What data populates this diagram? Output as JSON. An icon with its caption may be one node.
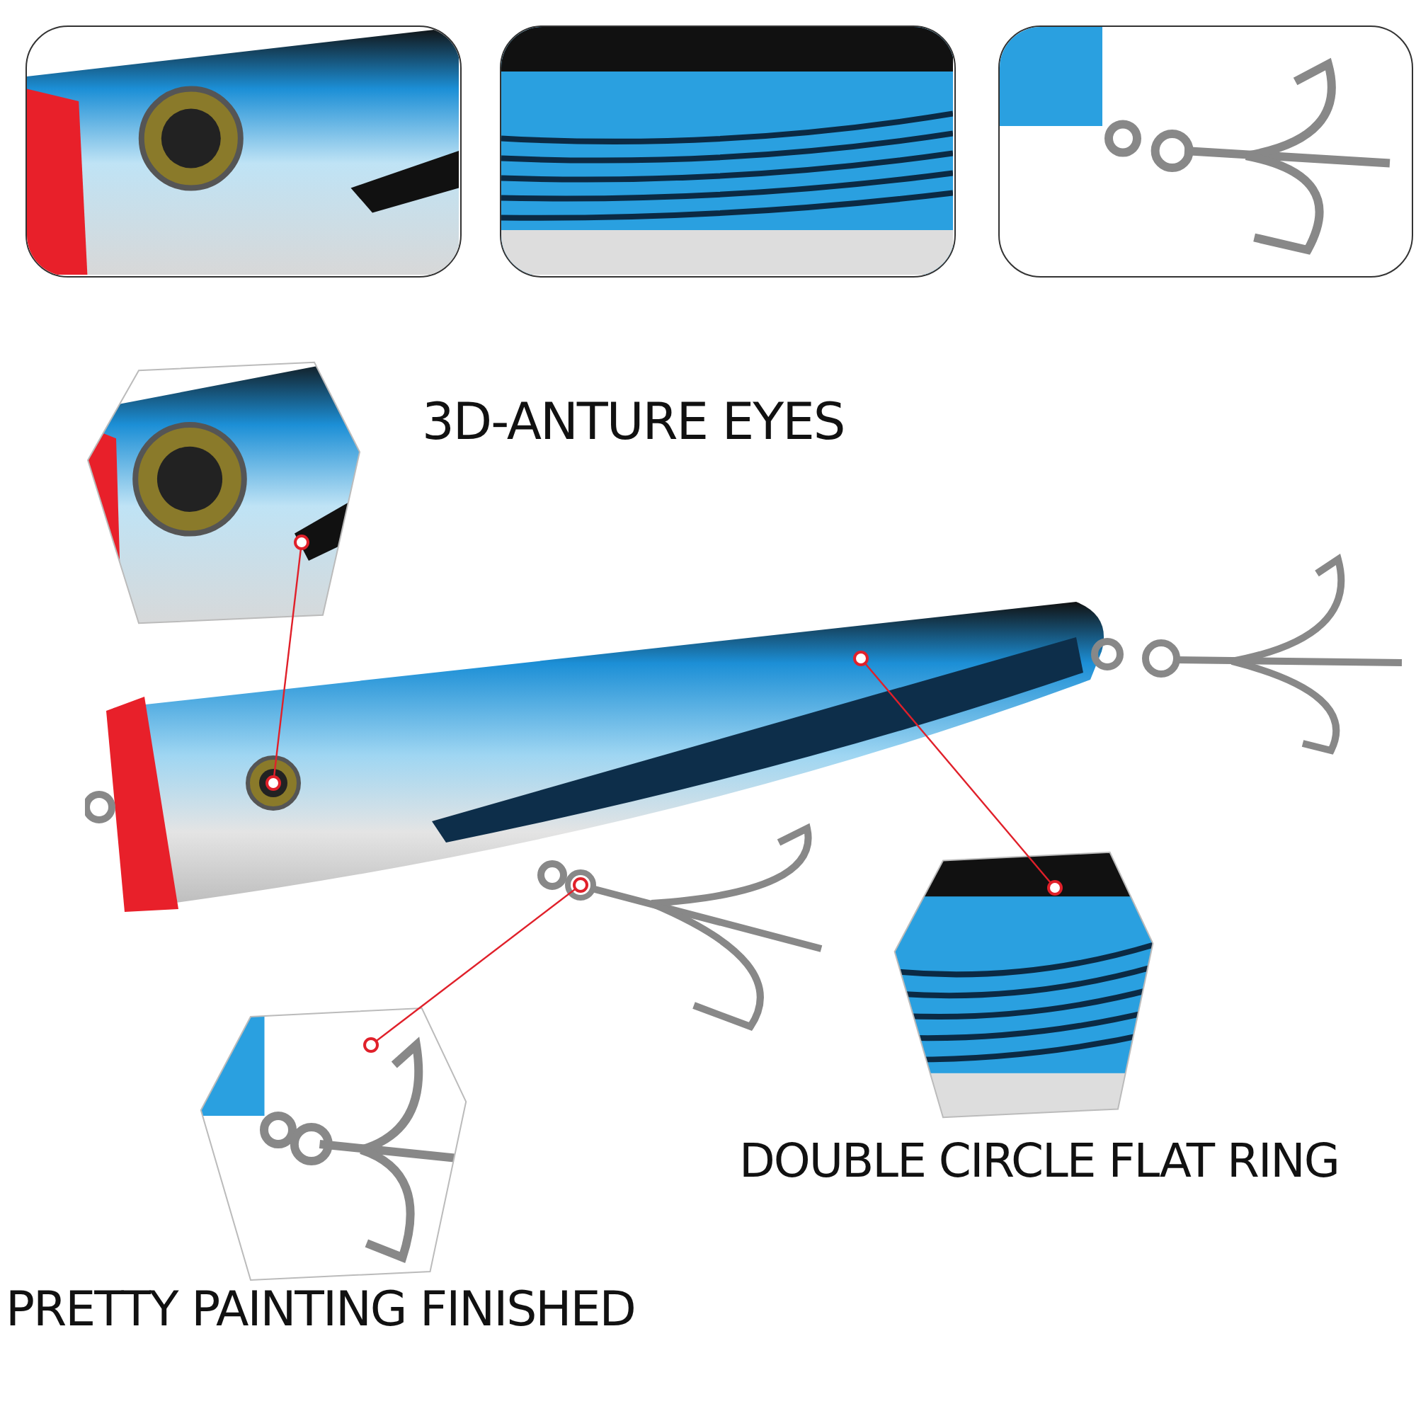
{
  "diagram": {
    "nodes": [
      {
        "text": [],
        "shape": "picture"
      },
      {
        "text": [],
        "shape": "picture"
      },
      {
        "text": [],
        "shape": "picture"
      },
      {
        "text": [],
        "shape": "picture",
        "beside": [
          "3D-ANTURE EYES"
        ]
      },
      {
        "text": [],
        "shape": "picture"
      },
      {
        "text": [],
        "shape": "circle",
        "in": 4
      },
      {
        "text": [],
        "shape": "circle",
        "in": 4
      },
      {
        "text": [],
        "shape": "picture",
        "beside": [
          "DOUBLE CIRCLE FLAT RING"
        ]
      },
      {
        "text": [],
        "shape": "picture",
        "beside": [
          "PRETTY PAINTING FINISHED"
        ]
      }
    ],
    "edges": [
      {
        "from": 3,
        "to": 5,
        "arrow": "other"
      },
      {
        "from": 7,
        "to": null,
        "arrow": "other"
      },
      {
        "from": 8,
        "to": 6,
        "arrow": "other"
      }
    ]
  }
}
